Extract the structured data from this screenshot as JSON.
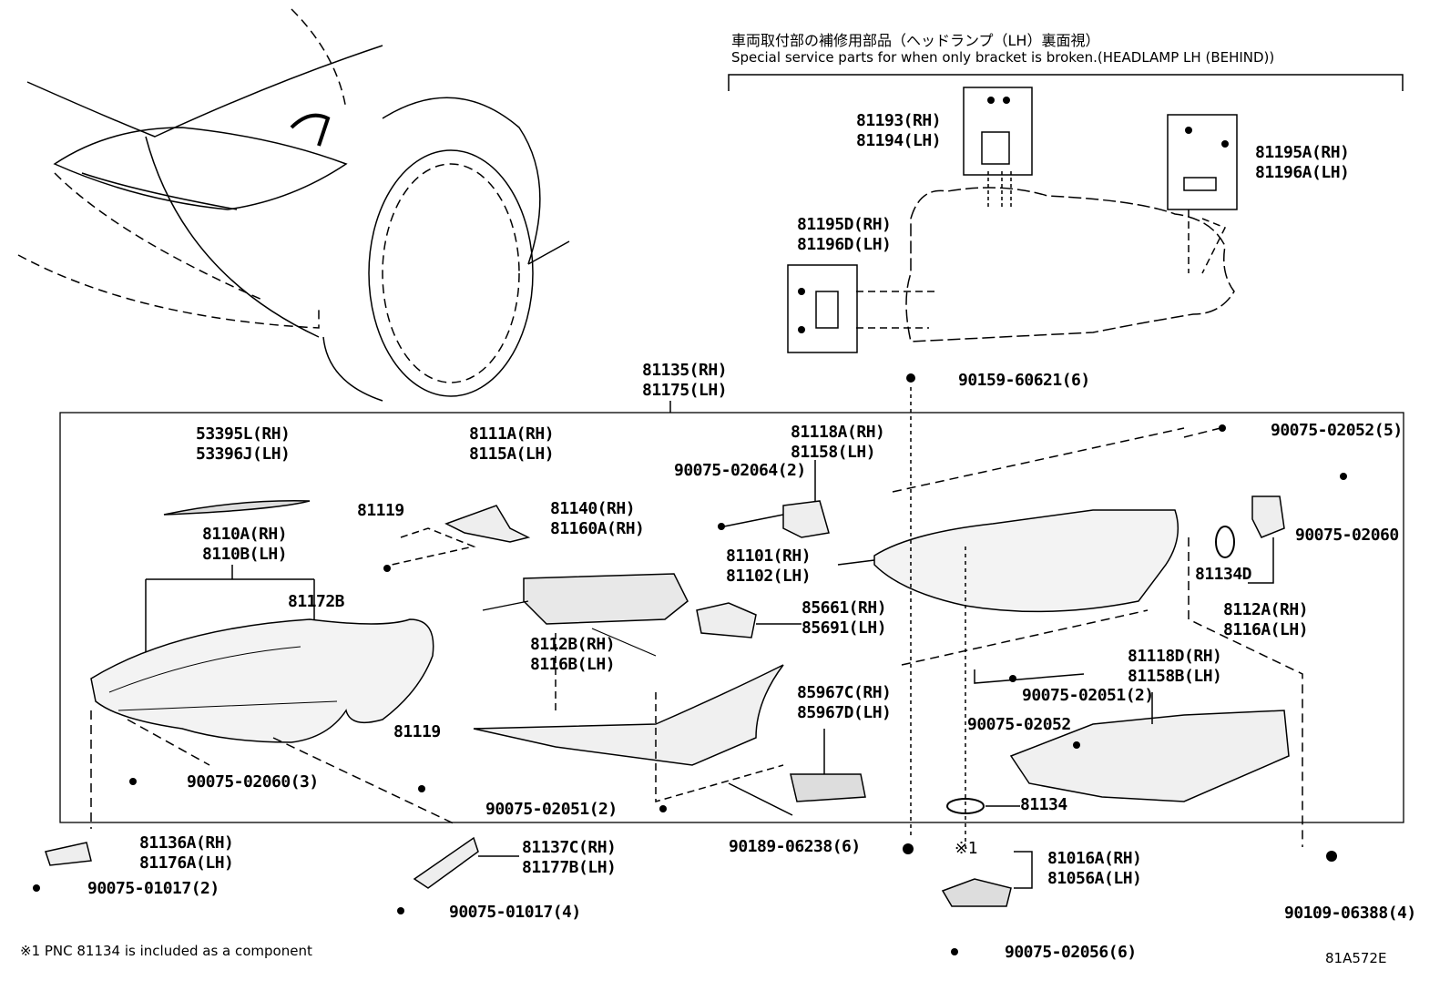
{
  "header": {
    "title_jp": "車両取付部の補修用部品（ヘッドランプ（LH）裏面視）",
    "title_en": "Special service parts for when only bracket is broken.(HEADLAMP LH (BEHIND))"
  },
  "callouts": [
    {
      "id": "c1",
      "lines": [
        "81193(RH)",
        "81194(LH)"
      ]
    },
    {
      "id": "c2",
      "lines": [
        "81195A(RH)",
        "81196A(LH)"
      ]
    },
    {
      "id": "c3",
      "lines": [
        "81195D(RH)",
        "81196D(LH)"
      ]
    },
    {
      "id": "c4",
      "lines": [
        "81135(RH)",
        "81175(LH)"
      ]
    },
    {
      "id": "c5",
      "lines": [
        "90159-60621(6)"
      ]
    },
    {
      "id": "c6",
      "lines": [
        "90075-02052(5)"
      ]
    },
    {
      "id": "c7",
      "lines": [
        "53395L(RH)",
        "53396J(LH)"
      ]
    },
    {
      "id": "c8",
      "lines": [
        "8111A(RH)",
        "8115A(LH)"
      ]
    },
    {
      "id": "c9",
      "lines": [
        "81118A(RH)",
        "81158(LH)"
      ]
    },
    {
      "id": "c10",
      "lines": [
        "90075-02064(2)"
      ]
    },
    {
      "id": "c11",
      "lines": [
        "81119"
      ]
    },
    {
      "id": "c12",
      "lines": [
        "81140(RH)",
        "81160A(RH)"
      ]
    },
    {
      "id": "c13",
      "lines": [
        "90075-02060"
      ]
    },
    {
      "id": "c14",
      "lines": [
        "8110A(RH)",
        "8110B(LH)"
      ]
    },
    {
      "id": "c15",
      "lines": [
        "81101(RH)",
        "81102(LH)"
      ]
    },
    {
      "id": "c16",
      "lines": [
        "81134D"
      ]
    },
    {
      "id": "c17",
      "lines": [
        "81172B"
      ]
    },
    {
      "id": "c18",
      "lines": [
        "85661(RH)",
        "85691(LH)"
      ]
    },
    {
      "id": "c19",
      "lines": [
        "8112A(RH)",
        "8116A(LH)"
      ]
    },
    {
      "id": "c20",
      "lines": [
        "8112B(RH)",
        "8116B(LH)"
      ]
    },
    {
      "id": "c21",
      "lines": [
        "81118D(RH)",
        "81158B(LH)"
      ]
    },
    {
      "id": "c22",
      "lines": [
        "90075-02051(2)"
      ]
    },
    {
      "id": "c23",
      "lines": [
        "85967C(RH)",
        "85967D(LH)"
      ]
    },
    {
      "id": "c24",
      "lines": [
        "90075-02052"
      ]
    },
    {
      "id": "c25",
      "lines": [
        "81119"
      ]
    },
    {
      "id": "c26",
      "lines": [
        "90075-02060(3)"
      ]
    },
    {
      "id": "c27",
      "lines": [
        "81134"
      ]
    },
    {
      "id": "c28",
      "lines": [
        "90075-02051(2)"
      ]
    },
    {
      "id": "c29",
      "lines": [
        "81136A(RH)",
        "81176A(LH)"
      ]
    },
    {
      "id": "c30",
      "lines": [
        "81137C(RH)",
        "81177B(LH)"
      ]
    },
    {
      "id": "c31",
      "lines": [
        "90189-06238(6)"
      ]
    },
    {
      "id": "c32",
      "lines": [
        "※1"
      ]
    },
    {
      "id": "c33",
      "lines": [
        "81016A(RH)",
        "81056A(LH)"
      ]
    },
    {
      "id": "c34",
      "lines": [
        "90075-01017(2)"
      ]
    },
    {
      "id": "c35",
      "lines": [
        "90075-01017(4)"
      ]
    },
    {
      "id": "c36",
      "lines": [
        "90109-06388(4)"
      ]
    },
    {
      "id": "c37",
      "lines": [
        "90075-02056(6)"
      ]
    }
  ],
  "footer": {
    "footnote": "※1 PNC 81134 is included as a component",
    "figure_code": "81A572E"
  }
}
